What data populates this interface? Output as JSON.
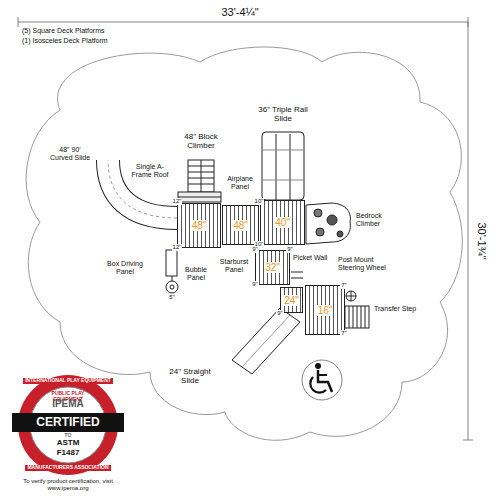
{
  "diagram": {
    "nodes": [
      {
        "text": [
          "48\""
        ]
      },
      {
        "text": [
          "48\""
        ]
      },
      {
        "text": [
          "40\""
        ]
      },
      {
        "text": [
          "32\""
        ]
      },
      {
        "text": [
          "24\""
        ]
      },
      {
        "text": [
          "16\""
        ]
      }
    ],
    "labels": [
      "33'-4¼\"",
      "30'-1¾\"",
      "(5) Square Deck Platforms",
      "(1) Isosceles Deck Platform",
      "36\" Triple Rail Slide",
      "48\" Block Climber",
      "Single A-Frame Roof",
      "Airplane Panel",
      "48\" 90' Curved Slide",
      "Bedrock Climber",
      "Box Driving Panel",
      "Bubble Panel",
      "Starburst Panel",
      "Picket Wall",
      "Post Mount Steering Wheel",
      "Transfer Step",
      "24\" Straight Slide",
      "12\"",
      "12\"",
      "10\"",
      "10\"",
      "9\"",
      "9\"",
      "9\"",
      "9\"",
      "7\"",
      "7\"",
      "5\"",
      "INTERNATIONAL PLAY EQUIPMENT",
      "PUBLIC PLAY EQUIPMENT",
      "IPEMA",
      "CERTIFIED",
      "TO",
      "ASTM",
      "F1487",
      "MANUFACTURERS ASSOCIATION",
      "To verify product certification, visit www.ipema.org"
    ]
  }
}
